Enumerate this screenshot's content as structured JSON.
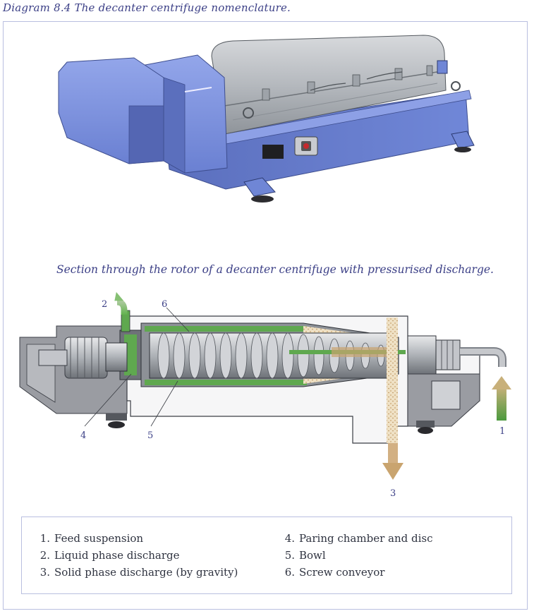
{
  "header": {
    "title": "Diagram 8.4  The decanter centrifuge nomenclature."
  },
  "section": {
    "subtitle": "Section through the rotor of a decanter centrifuge with pressurised discharge."
  },
  "callouts": {
    "c1": "1",
    "c2": "2",
    "c3": "3",
    "c4": "4",
    "c5": "5",
    "c6": "6"
  },
  "legend": {
    "items": [
      {
        "num": "1.",
        "label": "Feed suspension"
      },
      {
        "num": "2.",
        "label": "Liquid phase discharge"
      },
      {
        "num": "3.",
        "label": "Solid phase discharge (by gravity)"
      },
      {
        "num": "4.",
        "label": "Paring chamber and disc"
      },
      {
        "num": "5.",
        "label": "Bowl"
      },
      {
        "num": "6.",
        "label": "Screw conveyor"
      }
    ]
  },
  "colors": {
    "frame": "#b9bfe0",
    "accent_text": "#3b3f86",
    "machine_blue": "#6f86d6",
    "bowl_grey": "#a9adb3",
    "liquid_green": "#5fa84f",
    "solids_tan": "#c9a46f"
  }
}
